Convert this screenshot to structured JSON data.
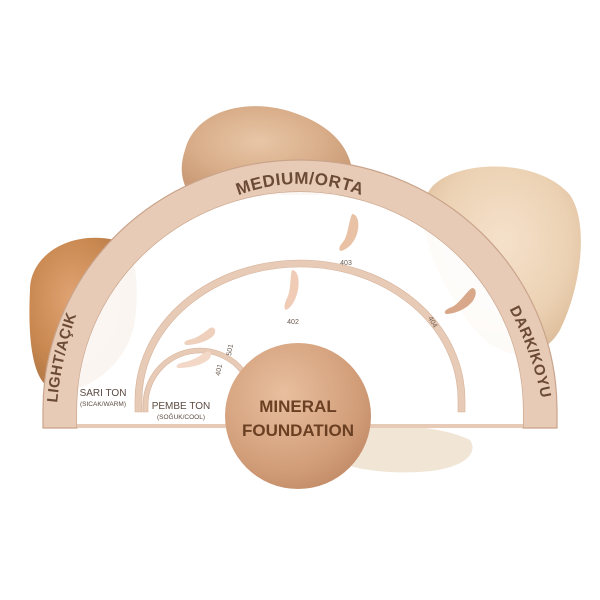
{
  "diagram": {
    "outer_arc": {
      "left_label": "LIGHT/AÇIK",
      "top_label": "MEDIUM/ORTA",
      "right_label": "DARK/KOYU"
    },
    "tones": {
      "warm_title": "SARI TON",
      "warm_sub": "(SICAK/WARM)",
      "cool_title": "PEMBE TON",
      "cool_sub": "(SOĞUK/COOL)"
    },
    "shades": [
      "401",
      "501",
      "402",
      "403",
      "404"
    ],
    "center": {
      "line1": "MINERAL",
      "line2": "FOUNDATION"
    }
  },
  "colors": {
    "arc_band": "#e8cbb6",
    "arc_band_stroke": "#c9a48b",
    "arc_text": "#6b4a36",
    "center_circle": "#d4a280",
    "swatch_light": "#f3d8c8",
    "swatch_medium": "#e9c2a6",
    "swatch_dark": "#d9a88a"
  }
}
